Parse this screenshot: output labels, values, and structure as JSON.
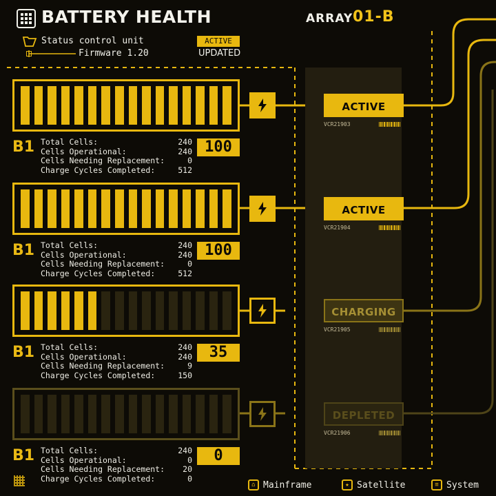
{
  "header": {
    "title": "BATTERY HEALTH",
    "array_label": "ARRAY",
    "array_code": "01-B",
    "status_control_unit": "Status control unit",
    "firmware": "Firmware 1.20",
    "status_badge": "ACTIVE",
    "update_state": "UPDATED"
  },
  "labels": {
    "total_cells": "Total Cells:",
    "cells_operational": "Cells Operational:",
    "cells_needing_replacement": "Cells Needing Replacement:",
    "charge_cycles": "Charge Cycles Completed:"
  },
  "batteries": [
    {
      "name": "B1",
      "total_cells": "240",
      "cells_operational": "240",
      "cells_needing_replacement": "0",
      "charge_cycles": "512",
      "score": "100",
      "status": "ACTIVE",
      "code": "VCR21903",
      "filled_fraction": 1.0
    },
    {
      "name": "B1",
      "total_cells": "240",
      "cells_operational": "240",
      "cells_needing_replacement": "0",
      "charge_cycles": "512",
      "score": "100",
      "status": "ACTIVE",
      "code": "VCR21904",
      "filled_fraction": 1.0
    },
    {
      "name": "B1",
      "total_cells": "240",
      "cells_operational": "240",
      "cells_needing_replacement": "9",
      "charge_cycles": "150",
      "score": "35",
      "status": "CHARGING",
      "code": "VCR21905",
      "filled_fraction": 0.35
    },
    {
      "name": "B1",
      "total_cells": "240",
      "cells_operational": "0",
      "cells_needing_replacement": "20",
      "charge_cycles": "0",
      "score": "0",
      "status": "DEPLETED",
      "code": "VCR21906",
      "filled_fraction": 0.0
    }
  ],
  "footer": {
    "mainframe": "Mainframe",
    "satellite": "Satellite",
    "system": "System"
  },
  "colors": {
    "accent": "#e8b80f",
    "accent_dim": "#8a7418",
    "accent_faint": "#4e4418",
    "background": "#0d0b06",
    "text": "#f1f1ea"
  },
  "icons": {
    "app": "grid-icon",
    "control_unit": "folder-icon",
    "firmware": "connector-icon",
    "power": "lightning-bolt-icon",
    "mainframe": "mainframe-icon",
    "satellite": "satellite-icon",
    "system": "menu-icon"
  }
}
